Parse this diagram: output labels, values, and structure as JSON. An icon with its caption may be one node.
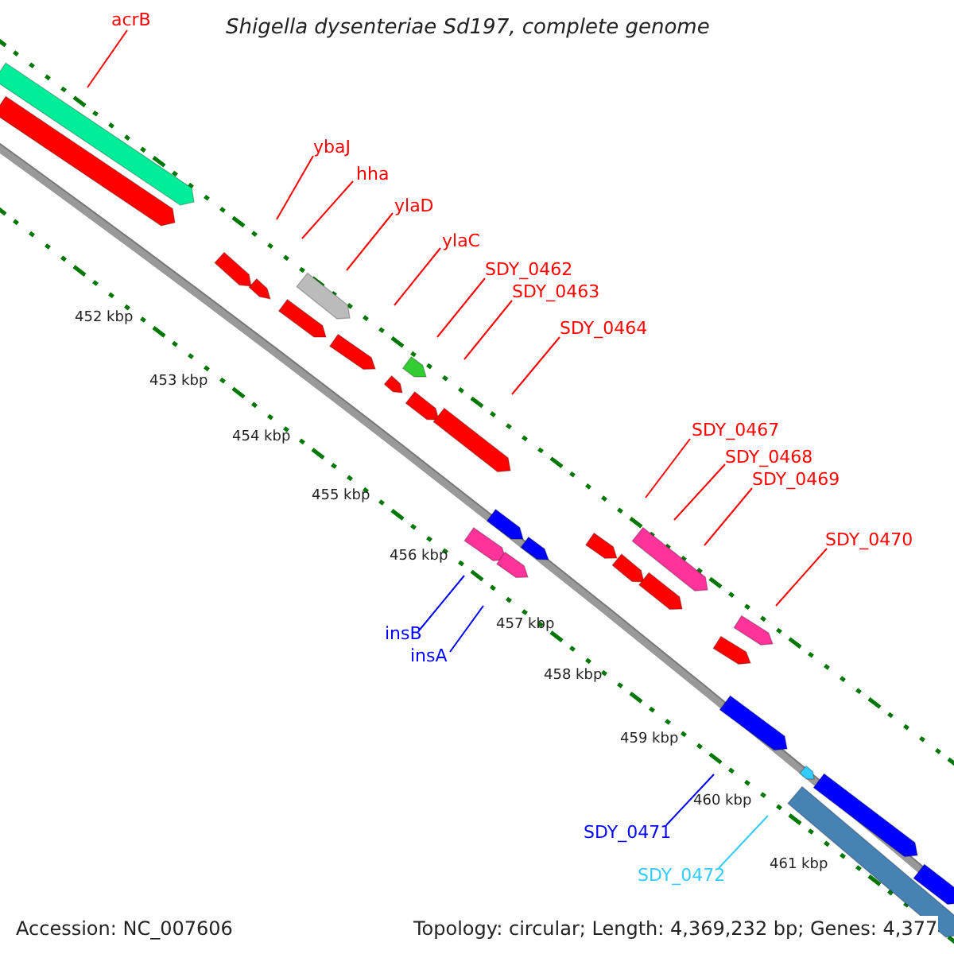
{
  "diagram": {
    "title": "Shigella dysenteriae Sd197, complete genome",
    "nodes": [
      {
        "text": [
          "acrB"
        ]
      },
      {
        "text": [
          "ybaJ"
        ]
      },
      {
        "text": [
          "hha"
        ]
      },
      {
        "text": [
          "ylaD"
        ]
      },
      {
        "text": [
          "ylaC"
        ]
      },
      {
        "text": [
          "SDY_0462"
        ]
      },
      {
        "text": [
          "SDY_0463"
        ]
      },
      {
        "text": [
          "SDY_0464"
        ]
      },
      {
        "text": [
          "SDY_0467"
        ]
      },
      {
        "text": [
          "SDY_0468"
        ]
      },
      {
        "text": [
          "SDY_0469"
        ]
      },
      {
        "text": [
          "SDY_0470"
        ]
      },
      {
        "text": [
          "insB"
        ]
      },
      {
        "text": [
          "insA"
        ]
      },
      {
        "text": [
          "SDY_0471"
        ]
      },
      {
        "text": [
          "SDY_0472"
        ]
      }
    ],
    "edges": [
      {
        "from": 0,
        "to": null,
        "arrow": "none"
      },
      {
        "from": 1,
        "to": null,
        "arrow": "none"
      },
      {
        "from": 2,
        "to": null,
        "arrow": "none"
      },
      {
        "from": 3,
        "to": null,
        "arrow": "none"
      },
      {
        "from": 4,
        "to": null,
        "arrow": "none"
      },
      {
        "from": 5,
        "to": null,
        "arrow": "none"
      },
      {
        "from": 6,
        "to": null,
        "arrow": "none"
      },
      {
        "from": 7,
        "to": null,
        "arrow": "none"
      },
      {
        "from": 8,
        "to": null,
        "arrow": "none"
      },
      {
        "from": 9,
        "to": null,
        "arrow": "none"
      },
      {
        "from": 10,
        "to": null,
        "arrow": "none"
      },
      {
        "from": 11,
        "to": null,
        "arrow": "none"
      },
      {
        "from": 12,
        "to": null,
        "arrow": "none",
        "color": "#0000ff"
      },
      {
        "from": 13,
        "to": null,
        "arrow": "none",
        "color": "#0000ff"
      },
      {
        "from": 14,
        "to": null,
        "arrow": "none",
        "color": "#0000ff"
      },
      {
        "from": 15,
        "to": null,
        "arrow": "none",
        "color": "#33ccff"
      }
    ],
    "labels": [
      "452 kbp",
      "453 kbp",
      "454 kbp",
      "455 kbp",
      "456 kbp",
      "457 kbp",
      "458 kbp",
      "459 kbp",
      "460 kbp",
      "461 kbp",
      "Accession: NC_007606",
      "Topology: circular; Length: 4,369,232 bp; Genes: 4,377"
    ]
  }
}
